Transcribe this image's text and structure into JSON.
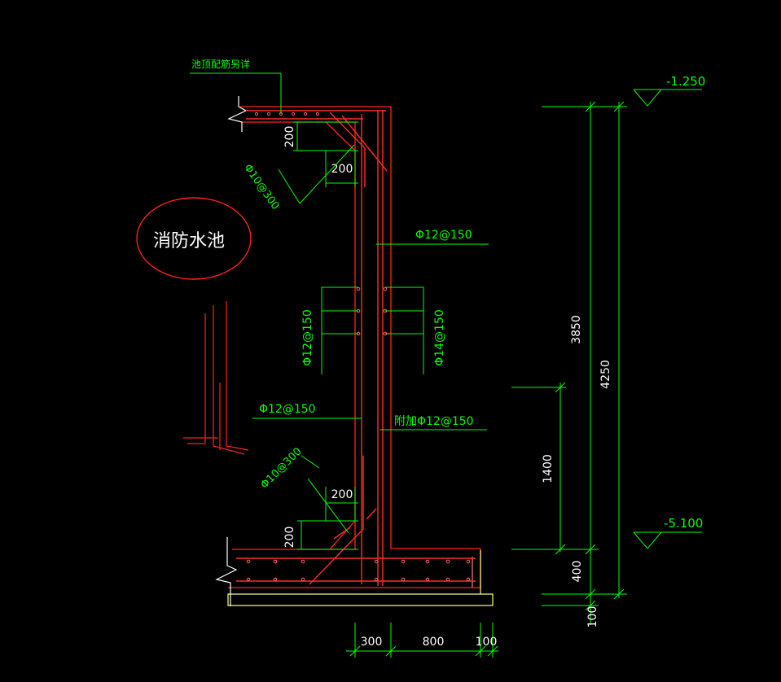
{
  "drawing": {
    "title": "消防水池",
    "top_note": "池顶配筋另详",
    "colors": {
      "background": "#000000",
      "concrete": "#ff2020",
      "rebar": "#ff2a2a",
      "dimension": "#00ff00",
      "text_white": "#ffffff",
      "base_layer": "#ffff80"
    },
    "rebar_labels": {
      "corner_top": "Φ10@300",
      "corner_bottom": "Φ10@300",
      "outer_wall": "Φ12@150",
      "inner_wall_vertical": "Φ12@150",
      "outer_wall_vertical": "Φ14@150",
      "inner_wall": "Φ12@150",
      "additional": "附加Φ12@150"
    },
    "dimensions": {
      "haunch_top_v": "200",
      "haunch_top_h": "200",
      "haunch_bottom_h": "200",
      "haunch_bottom_v": "200",
      "height_3850": "3850",
      "height_4250": "4250",
      "height_1400": "1400",
      "slab_400": "400",
      "bed_100": "100",
      "base_300": "300",
      "base_800": "800",
      "base_100": "100"
    },
    "elevations": {
      "top": "-1.250",
      "bottom": "-5.100"
    }
  }
}
